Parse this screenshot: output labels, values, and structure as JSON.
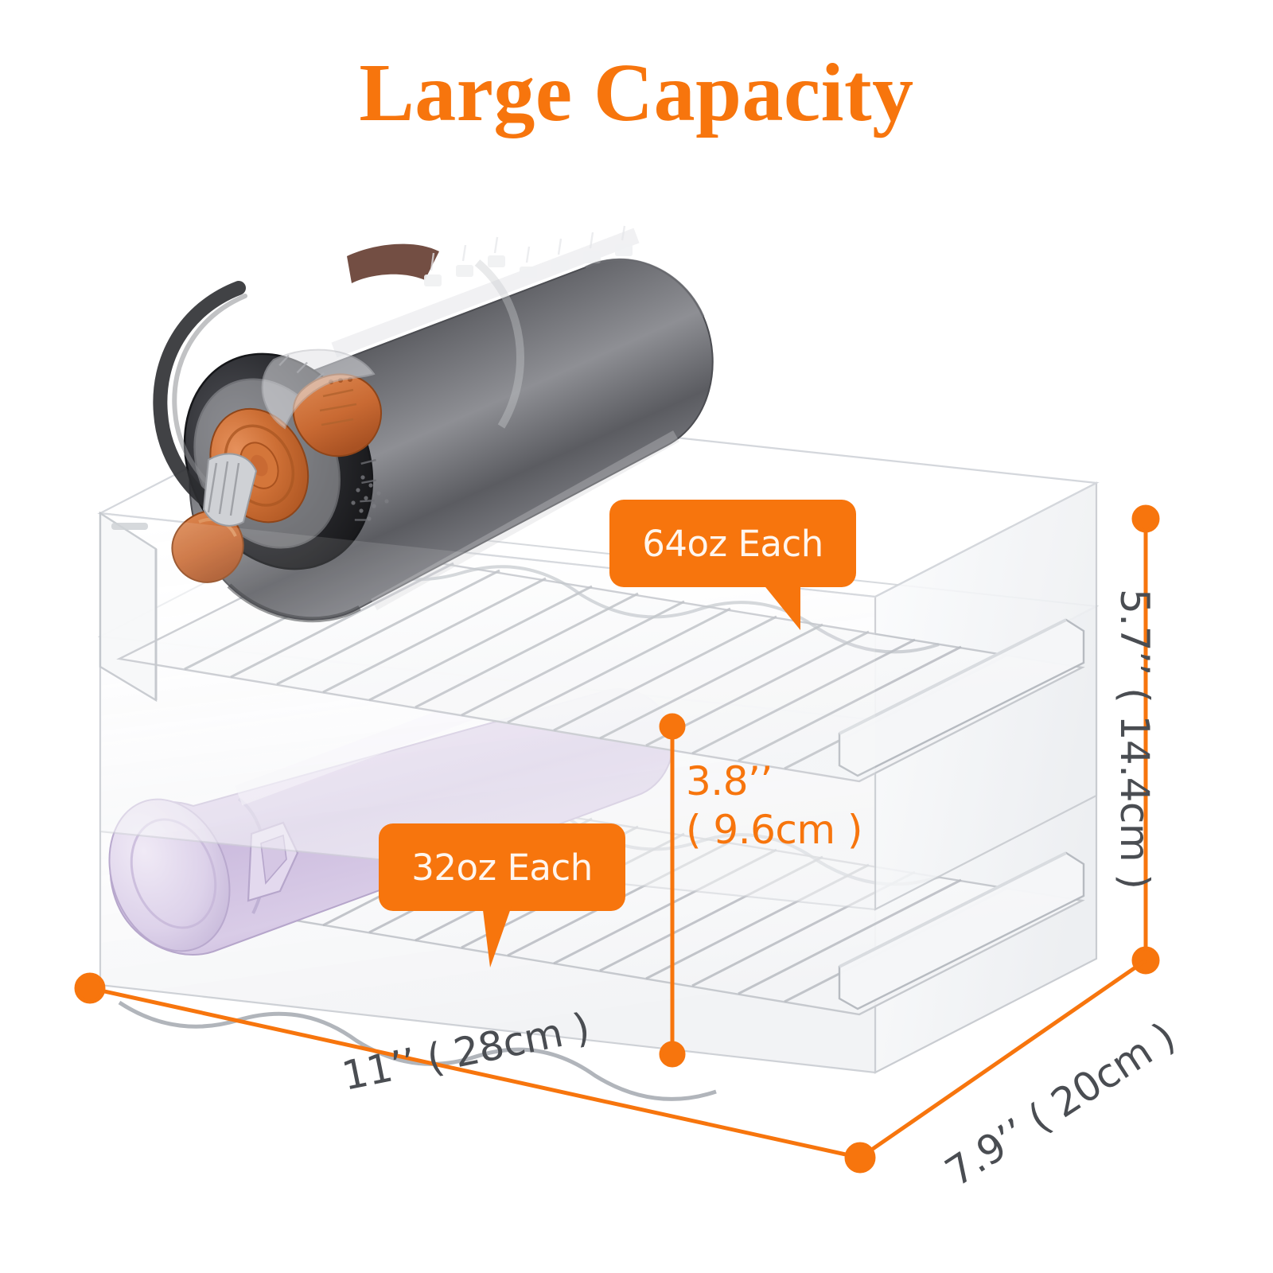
{
  "title": "Large Capacity",
  "brand_colors": {
    "accent_orange": "#F7750D",
    "label_gray": "#4A4D52",
    "background": "#FFFFFF"
  },
  "callouts": [
    {
      "id": "top-tier",
      "label": "64oz Each"
    },
    {
      "id": "bottom-tier",
      "label": "32oz Each"
    }
  ],
  "dimensions": {
    "height": {
      "label": "5.7’’ ( 14.4cm )",
      "value_in": 5.7,
      "value_cm": 14.4,
      "color": "#4A4D52"
    },
    "inner_clearance": {
      "line1": "3.8’’",
      "line2": "( 9.6cm )",
      "value_in": 3.8,
      "value_cm": 9.6,
      "color": "#F7750D"
    },
    "width": {
      "label": "11’’ ( 28cm )",
      "value_in": 11,
      "value_cm": 28,
      "color": "#4A4D52"
    },
    "depth": {
      "label": "7.9’’ ( 20cm )",
      "value_in": 7.9,
      "value_cm": 20,
      "color": "#4A4D52"
    }
  },
  "product": {
    "type": "2-tier stackable clear water bottle organizer",
    "tiers": 2,
    "material_color": "#FFFFFF",
    "bottles": [
      {
        "id": "dark-bottle",
        "tier": "top",
        "capacity": "64oz",
        "body_color": "#6E6F73",
        "cap_color": "#262628",
        "accent_color": "#C96A33"
      },
      {
        "id": "purple-bottle",
        "tier": "bottom",
        "capacity": "32oz",
        "body_color": "#D7CAE5",
        "cap_color": "#DED3EA"
      }
    ]
  }
}
